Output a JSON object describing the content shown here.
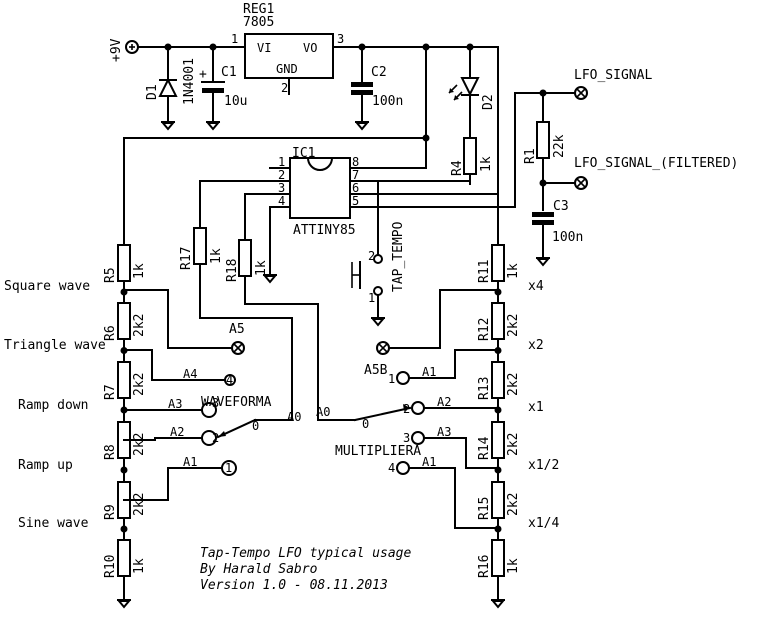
{
  "regulator": {
    "name": "REG1",
    "type": "7805",
    "vi": "VI",
    "vo": "VO",
    "gnd": "GND",
    "pin_in": "1",
    "pin_gnd": "2",
    "pin_out": "3"
  },
  "supply": {
    "label": "+9V"
  },
  "d1": {
    "name": "D1",
    "value": "1N4001"
  },
  "c1": {
    "name": "C1",
    "value": "10u",
    "plus": "+"
  },
  "c2": {
    "name": "C2",
    "value": "100n"
  },
  "c3": {
    "name": "C3",
    "value": "100n"
  },
  "d2": {
    "name": "D2"
  },
  "r1": {
    "name": "R1",
    "value": "22k"
  },
  "r4": {
    "name": "R4",
    "value": "1k"
  },
  "lfo": {
    "signal": "LFO_SIGNAL",
    "filtered": "LFO_SIGNAL_(FILTERED)"
  },
  "ic1": {
    "name": "IC1",
    "type": "ATTINY85",
    "pins": [
      "1",
      "2",
      "3",
      "4",
      "5",
      "6",
      "7",
      "8"
    ]
  },
  "tap": {
    "label": "TAP_TEMPO",
    "pin1": "1",
    "pin2": "2"
  },
  "r17": {
    "name": "R17",
    "value": "1k"
  },
  "r18": {
    "name": "R18",
    "value": "1k"
  },
  "left_ladder": [
    {
      "name": "R5",
      "value": "1k"
    },
    {
      "name": "R6",
      "value": "2k2"
    },
    {
      "name": "R7",
      "value": "2k2"
    },
    {
      "name": "R8",
      "value": "2k2"
    },
    {
      "name": "R9",
      "value": "2k2"
    },
    {
      "name": "R10",
      "value": "1k"
    }
  ],
  "right_ladder": [
    {
      "name": "R11",
      "value": "1k"
    },
    {
      "name": "R12",
      "value": "2k2"
    },
    {
      "name": "R13",
      "value": "2k2"
    },
    {
      "name": "R14",
      "value": "2k2"
    },
    {
      "name": "R15",
      "value": "2k2"
    },
    {
      "name": "R16",
      "value": "1k"
    }
  ],
  "waveforms": [
    "Square wave",
    "Triangle wave",
    "Ramp down",
    "Ramp up",
    "Sine wave"
  ],
  "multipliers": [
    "x4",
    "x2",
    "x1",
    "x1/2",
    "x1/4"
  ],
  "switch_a": {
    "title": "WAVEFORMA",
    "ref": "A5",
    "common": "A0",
    "zero": "0",
    "taps": [
      "A4",
      "A3",
      "A2",
      "A1"
    ],
    "nums": [
      "4",
      "3",
      "2",
      "1"
    ]
  },
  "switch_b": {
    "title": "MULTIPLIERA",
    "ref": "A5B",
    "common": "A0",
    "zero": "0",
    "taps": [
      "A1",
      "A2",
      "A3",
      "A1"
    ],
    "nums": [
      "1",
      "2",
      "3",
      "4"
    ]
  },
  "notes": {
    "line1": "Tap-Tempo LFO typical usage",
    "line2": "By Harald Sabro",
    "line3": "Version 1.0 - 08.11.2013"
  }
}
